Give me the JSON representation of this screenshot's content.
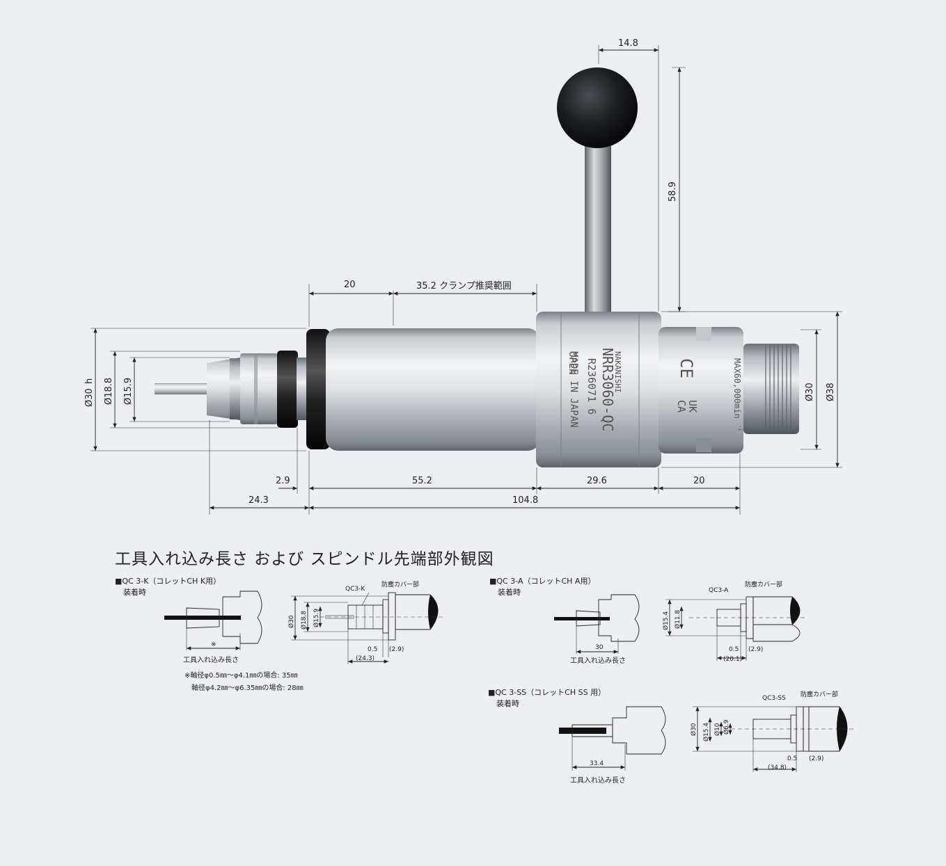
{
  "main": {
    "dim_top_lever": "14.8",
    "dim_lever_height": "58.9",
    "dim_front_20": "20",
    "dim_clamp_range": "35.2 クランプ推奨範囲",
    "dim_d30h": "Ø30",
    "dim_d30h_sub": "h",
    "dim_d188": "Ø18.8",
    "dim_d159": "Ø15.9",
    "dim_d30_rear": "Ø30",
    "dim_d38": "Ø38",
    "dim_29": "2.9",
    "dim_552": "55.2",
    "dim_296": "29.6",
    "dim_rear_20": "20",
    "dim_243": "24.3",
    "dim_1048": "104.8"
  },
  "etch": {
    "model": "NRR3060-QC",
    "serial": "R236071 6",
    "made": "MADE IN JAPAN",
    "brand": "NAKANISHI",
    "open": "OPEN",
    "ce": "CE",
    "ukca_1": "UK",
    "ukca_2": "CA",
    "max_speed": "MAX60,000min",
    "max_sup": "-1"
  },
  "section_title": "工具入れ込み長さ および スピンドル先端部外観図",
  "qc3k": {
    "heading": "■QC 3-K（コレットCH K用）",
    "sub": "装着時",
    "mark": "※",
    "insert_label": "工具入れ込み長さ",
    "note1": "※軸径φ0.5㎜～φ4.1㎜の場合: 35㎜",
    "note2": "軸径φ4.2㎜～φ6.35㎜の場合: 28㎜",
    "tag": "QC3-K",
    "dust_cover": "防塵カバー部",
    "d30": "Ø30",
    "d188": "Ø18.8",
    "d159": "Ø15.9",
    "d05": "0.5",
    "d29": "(2.9)",
    "d243": "(24.3)"
  },
  "qc3a": {
    "heading": "■QC 3-A（コレットCH A用）",
    "sub": "装着時",
    "dim_30": "30",
    "insert_label": "工具入れ込み長さ",
    "tag": "QC3-A",
    "dust_cover": "防塵カバー部",
    "d154": "Ø15.4",
    "d118": "Ø11.8",
    "d05": "0.5",
    "d29": "(2.9)",
    "d201": "(20.1)"
  },
  "qc3ss": {
    "heading": "■QC 3-SS（コレットCH SS 用）",
    "sub": "装着時",
    "dim_334": "33.4",
    "insert_label": "工具入れ込み長さ",
    "tag": "QC3-SS",
    "dust_cover": "防塵カバー部",
    "d30": "Ø30",
    "d154": "Ø15.4",
    "d10": "Ø10",
    "d69": "Ø6.9",
    "d05": "0.5",
    "d29": "(2.9)",
    "d348": "(34.8)"
  }
}
